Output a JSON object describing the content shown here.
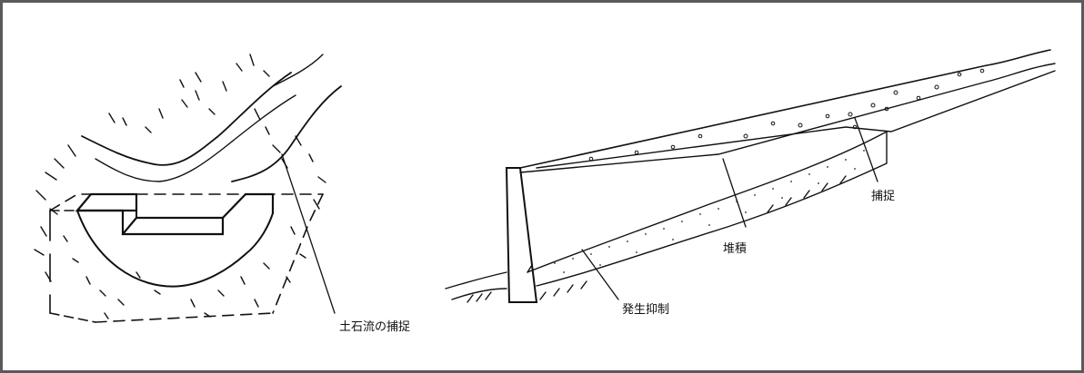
{
  "labels": {
    "left_capture": "土石流の捕捉",
    "right_capture": "捕捉",
    "deposit": "堆積",
    "suppress": "発生抑制"
  },
  "colors": {
    "border": "#5a5a5a",
    "ink": "#111111",
    "background": "#ffffff"
  }
}
